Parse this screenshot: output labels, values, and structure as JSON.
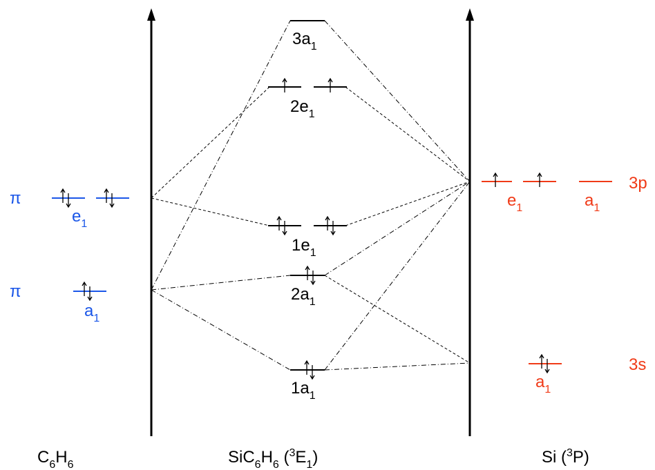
{
  "colors": {
    "benzene": "#1a56e8",
    "silicon": "#f03a17",
    "complex": "#000000"
  },
  "footer": {
    "left": {
      "base1": "C",
      "sub1": "6",
      "base2": "H",
      "sub2": "6"
    },
    "center": {
      "base1": "SiC",
      "sub1": "6",
      "base2": "H",
      "sub2": "6",
      "space": " (",
      "sup": "3",
      "base3": "E",
      "sub3": "1",
      "close": ")"
    },
    "right": {
      "base1": "Si (",
      "sup": "3",
      "base2": "P)"
    }
  },
  "benzene": {
    "pi_upper": "π",
    "pi_lower": "π",
    "e1": {
      "base": "e",
      "sub": "1"
    },
    "a1": {
      "base": "a",
      "sub": "1"
    }
  },
  "complex": {
    "l3a1": {
      "base": "3a",
      "sub": "1"
    },
    "l2e1": {
      "base": "2e",
      "sub": "1"
    },
    "l1e1": {
      "base": "1e",
      "sub": "1"
    },
    "l2a1": {
      "base": "2a",
      "sub": "1"
    },
    "l1a1": {
      "base": "1a",
      "sub": "1"
    }
  },
  "silicon": {
    "e1": {
      "base": "e",
      "sub": "1"
    },
    "a1p": {
      "base": "a",
      "sub": "1"
    },
    "a1s": {
      "base": "a",
      "sub": "1"
    },
    "label_3p": "3p",
    "label_3s": "3s"
  }
}
